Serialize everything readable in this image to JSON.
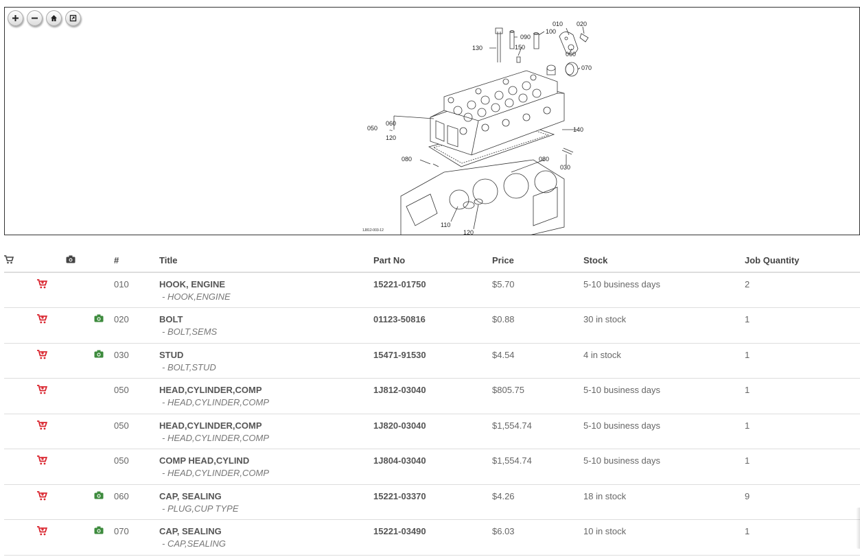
{
  "diagram": {
    "callouts": [
      "010",
      "020",
      "090",
      "100",
      "130",
      "150",
      "060",
      "070",
      "050",
      "060",
      "~",
      "120",
      "140",
      "080",
      "080",
      "030",
      "110",
      "120"
    ],
    "figure_code": "1J812-003-12"
  },
  "table": {
    "headers": {
      "num": "#",
      "title": "Title",
      "part_no": "Part No",
      "price": "Price",
      "stock": "Stock",
      "job_qty": "Job Quantity"
    },
    "rows": [
      {
        "num": "010",
        "title": "HOOK, ENGINE",
        "subtitle": "- HOOK,ENGINE",
        "part_no": "15221-01750",
        "price": "$5.70",
        "stock": "5-10 business days",
        "job_qty": "2",
        "has_photo": false
      },
      {
        "num": "020",
        "title": "BOLT",
        "subtitle": "- BOLT,SEMS",
        "part_no": "01123-50816",
        "price": "$0.88",
        "stock": "30 in stock",
        "job_qty": "1",
        "has_photo": true
      },
      {
        "num": "030",
        "title": "STUD",
        "subtitle": "- BOLT,STUD",
        "part_no": "15471-91530",
        "price": "$4.54",
        "stock": "4 in stock",
        "job_qty": "1",
        "has_photo": true
      },
      {
        "num": "050",
        "title": "HEAD,CYLINDER,COMP",
        "subtitle": "- HEAD,CYLINDER,COMP",
        "part_no": "1J812-03040",
        "price": "$805.75",
        "stock": "5-10 business days",
        "job_qty": "1",
        "has_photo": false
      },
      {
        "num": "050",
        "title": "HEAD,CYLINDER,COMP",
        "subtitle": "- HEAD,CYLINDER,COMP",
        "part_no": "1J820-03040",
        "price": "$1,554.74",
        "stock": "5-10 business days",
        "job_qty": "1",
        "has_photo": false
      },
      {
        "num": "050",
        "title": "COMP HEAD,CYLIND",
        "subtitle": "- HEAD,CYLINDER,COMP",
        "part_no": "1J804-03040",
        "price": "$1,554.74",
        "stock": "5-10 business days",
        "job_qty": "1",
        "has_photo": false
      },
      {
        "num": "060",
        "title": "CAP, SEALING",
        "subtitle": "- PLUG,CUP TYPE",
        "part_no": "15221-03370",
        "price": "$4.26",
        "stock": "18 in stock",
        "job_qty": "9",
        "has_photo": true
      },
      {
        "num": "070",
        "title": "CAP, SEALING",
        "subtitle": "- CAP,SEALING",
        "part_no": "15221-03490",
        "price": "$6.03",
        "stock": "10 in stock",
        "job_qty": "1",
        "has_photo": true
      }
    ]
  },
  "colors": {
    "cart": "#d9232d",
    "camera": "#3d8b3d",
    "header_icon": "#444444"
  }
}
